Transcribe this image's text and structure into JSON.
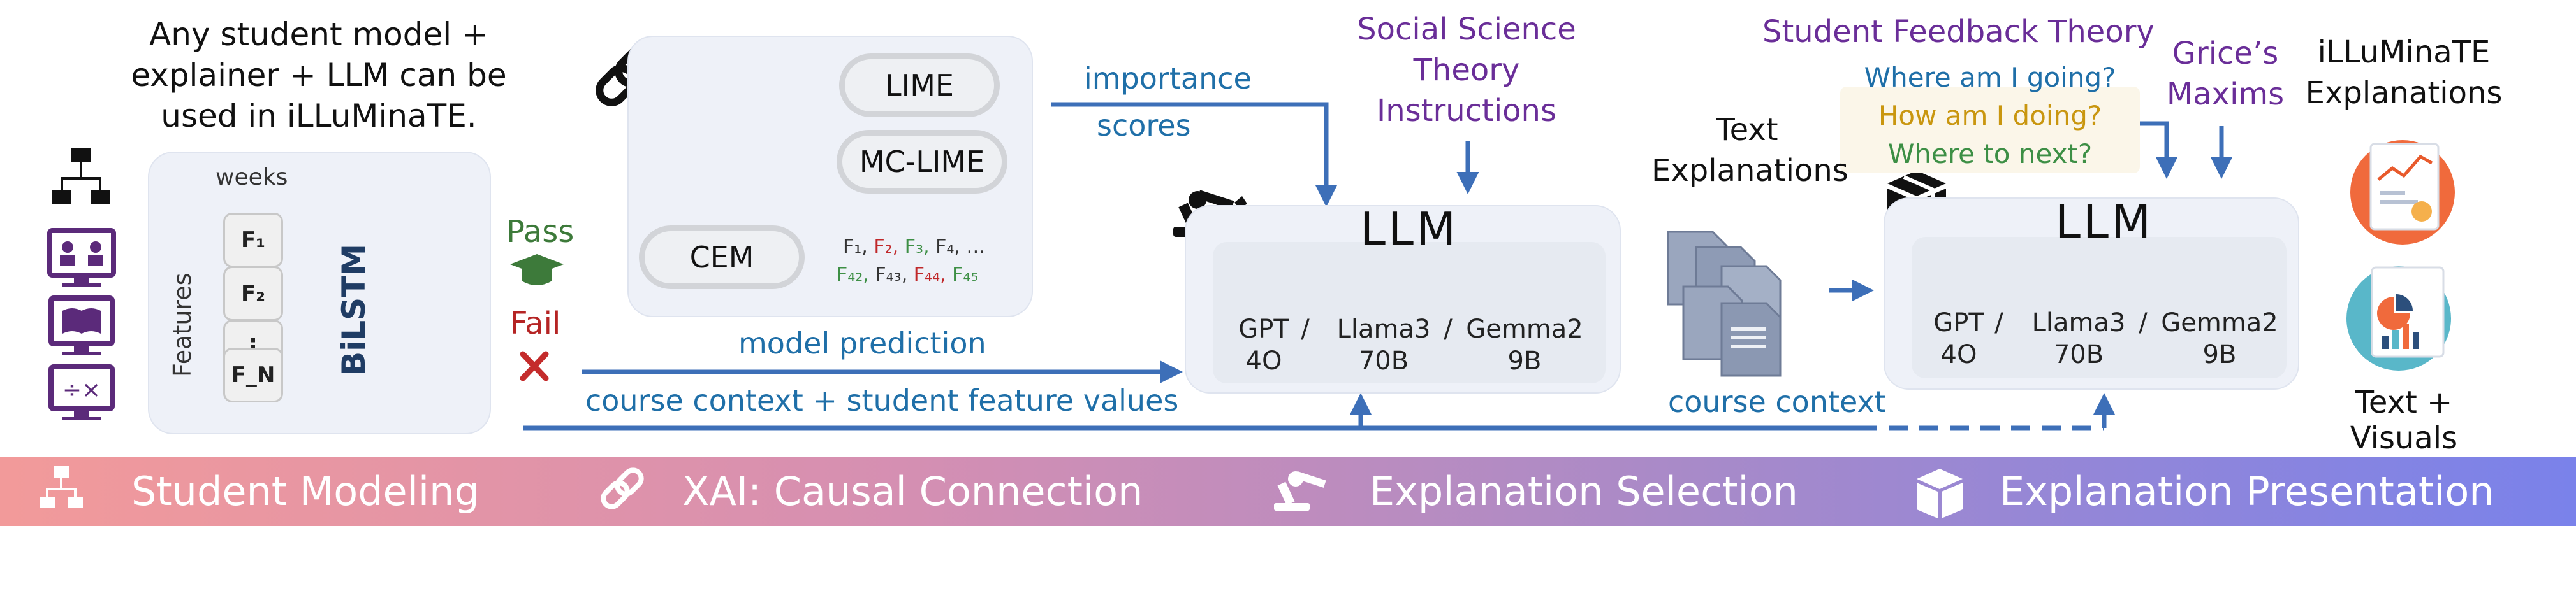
{
  "intro": {
    "line1": "Any student model +",
    "line2": "explainer + LLM can be",
    "line3": "used in iLLuMinaTE."
  },
  "student_model": {
    "weeks": "weeks",
    "features": "Features",
    "f1": "F₁",
    "f2": "F₂",
    "dots": "⋮",
    "fn": "F_N",
    "bilstm": "BiLSTM"
  },
  "outcomes": {
    "pass": "Pass",
    "fail": "Fail"
  },
  "explainers": {
    "lime": "LIME",
    "mc_lime": "MC-LIME",
    "cem": "CEM"
  },
  "counterfactual": {
    "r1": [
      "F₁, ",
      "F₂, ",
      "F₃, ",
      "F₄, …"
    ],
    "r2": [
      "F₄₂, ",
      "F₄₃, ",
      "F₄₄, ",
      "F₄₅"
    ]
  },
  "labels": {
    "importance": "importance",
    "scores": "scores",
    "model_prediction": "model prediction",
    "course_context_features": "course context  + student feature values",
    "course_context": "course context",
    "social": [
      "Social Science",
      "Theory",
      "Instructions"
    ],
    "text_expl": [
      "Text",
      "Explanations"
    ],
    "feedback_theory": "Student Feedback Theory",
    "questions": [
      "Where am I going?",
      "How am I doing?",
      "Where to next?"
    ],
    "grice": [
      "Grice’s",
      "Maxims"
    ],
    "illum": [
      "iLLuMinaTE",
      "Explanations"
    ],
    "text_visuals": "Text + Visuals"
  },
  "llm": {
    "title": "LLM",
    "gpt": [
      "GPT",
      "4O"
    ],
    "llama": [
      "Llama3",
      "70B"
    ],
    "gemma": [
      "Gemma2",
      "9B"
    ],
    "sep": "/"
  },
  "stages": [
    "Student Modeling",
    "XAI: Causal Connection",
    "Explanation Selection",
    "Explanation Presentation"
  ],
  "colors": {
    "arrow": "#3d6fb8",
    "label_blue": "#1f6fa8",
    "theory_purple": "#6a2e98",
    "band_start": "#f29a9a",
    "band_end": "#7a82ea"
  }
}
